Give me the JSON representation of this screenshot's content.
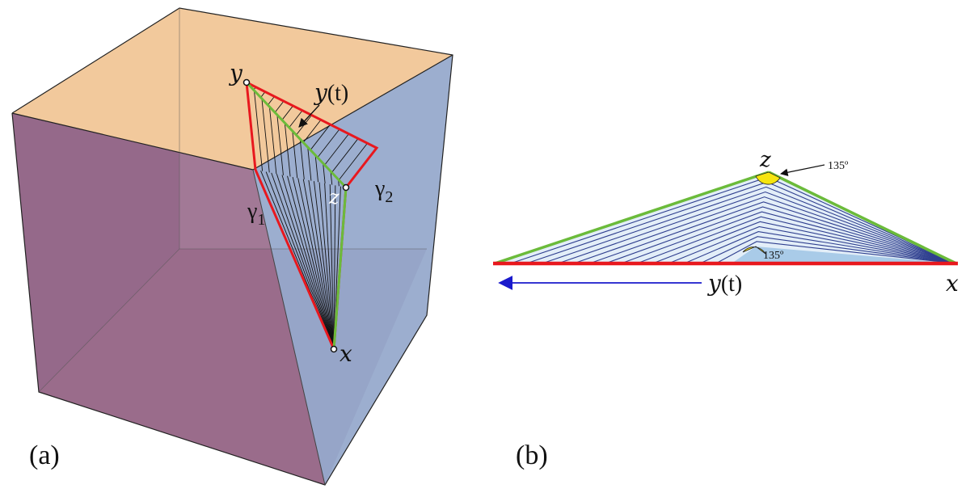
{
  "panel_a": {
    "panel_label": "(a)",
    "label_y": "y",
    "label_yt_var": "y",
    "label_yt_arg": "(t)",
    "label_z": "z",
    "label_x": "x",
    "label_gamma1": "γ",
    "label_gamma1_sub": "1",
    "label_gamma2": "γ",
    "label_gamma2_sub": "2"
  },
  "panel_b": {
    "panel_label": "(b)",
    "label_z": "z",
    "label_x": "x",
    "label_yt_var": "y",
    "label_yt_arg": "(t)",
    "angle_top": "135º",
    "angle_inner": "135º"
  },
  "colors": {
    "red": "#e8181e",
    "green": "#6bbb3a",
    "blue_line": "#2f3f8f",
    "arrow_blue": "#1a1acc",
    "yellow": "#f5e50e",
    "top_face": "#f2c99c",
    "left_face": "#8d5b7f",
    "right_face": "#8ea3c8",
    "fan_fill": "#d8e8f5",
    "fan_fill_inner": "#a9cbe8"
  }
}
